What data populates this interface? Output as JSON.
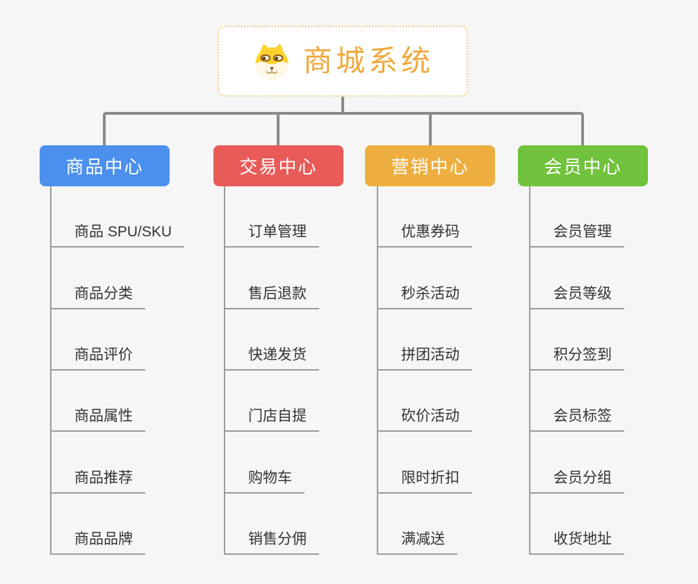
{
  "canvas": {
    "background": "#F6F6F6",
    "connector_color": "#8A8A8A",
    "leaf_line_color": "#9A9A9A"
  },
  "root": {
    "title": "商城系统",
    "icon": "shiba-dog-icon",
    "title_color": "#F0A93E",
    "border_color": "#F3CC8C"
  },
  "branches": [
    {
      "label": "商品中心",
      "color": "#4B90EC",
      "children": [
        "商品 SPU/SKU",
        "商品分类",
        "商品评价",
        "商品属性",
        "商品推荐",
        "商品品牌"
      ]
    },
    {
      "label": "交易中心",
      "color": "#E85B59",
      "children": [
        "订单管理",
        "售后退款",
        "快递发货",
        "门店自提",
        "购物车",
        "销售分佣"
      ]
    },
    {
      "label": "营销中心",
      "color": "#EEAE3F",
      "children": [
        "优惠券码",
        "秒杀活动",
        "拼团活动",
        "砍价活动",
        "限时折扣",
        "满减送"
      ]
    },
    {
      "label": "会员中心",
      "color": "#71C23C",
      "children": [
        "会员管理",
        "会员等级",
        "积分签到",
        "会员标签",
        "会员分组",
        "收货地址"
      ]
    }
  ]
}
